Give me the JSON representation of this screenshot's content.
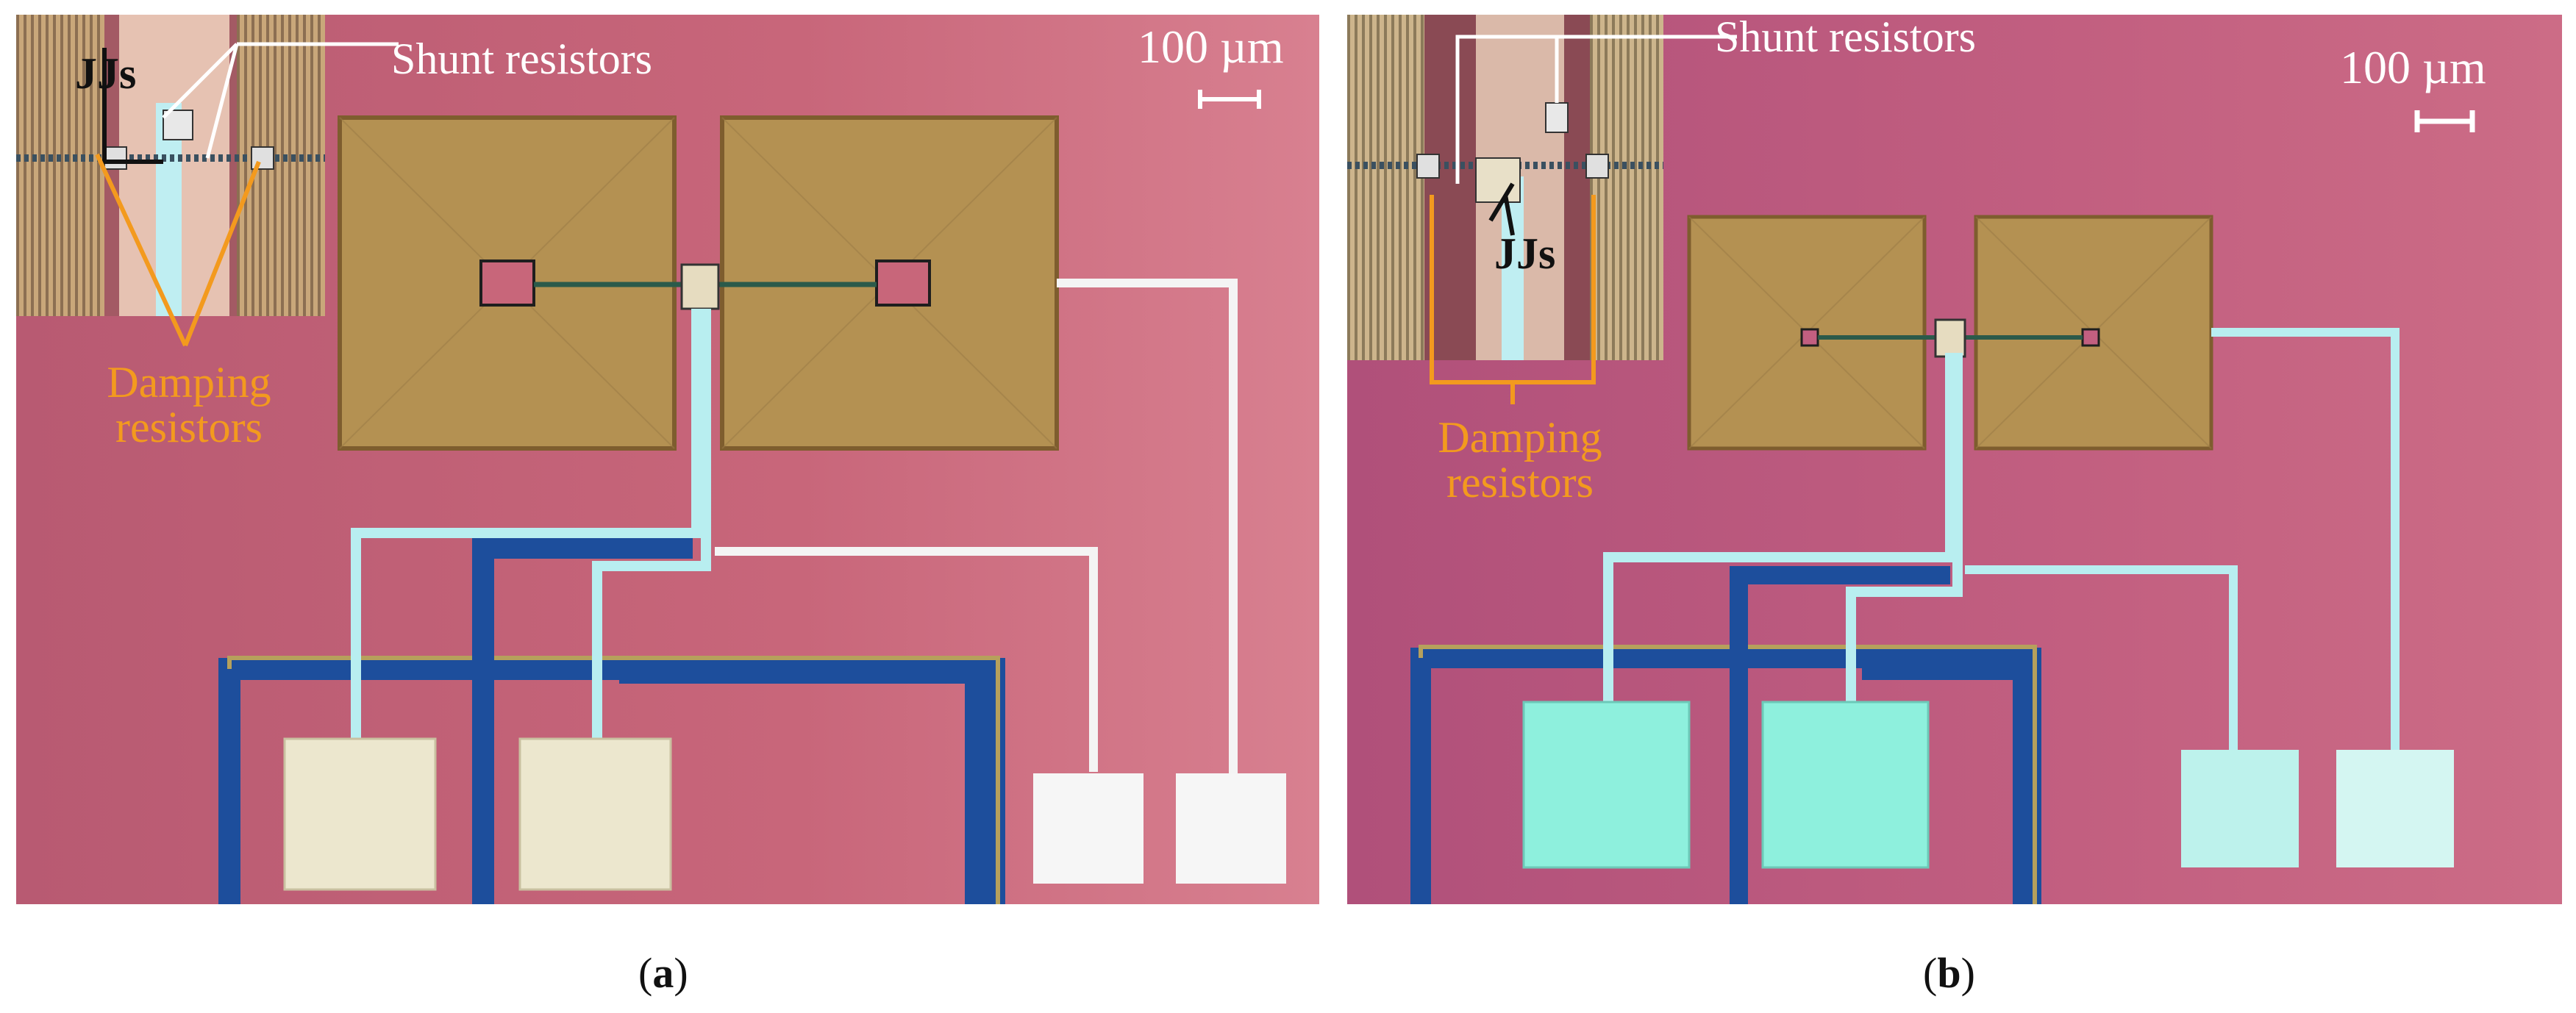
{
  "panels": [
    {
      "id": "a",
      "caption_open": "(",
      "caption_letter": "a",
      "caption_close": ")",
      "scale_bar": "100 µm",
      "labels": {
        "shunt": "Shunt resistors",
        "jjs": "JJs",
        "damping_line1": "Damping",
        "damping_line2": "resistors"
      }
    },
    {
      "id": "b",
      "caption_open": "(",
      "caption_letter": "b",
      "caption_close": ")",
      "scale_bar": "100 µm",
      "labels": {
        "shunt": "Shunt resistors",
        "jjs": "JJs",
        "damping_line1": "Damping",
        "damping_line2": "resistors"
      }
    }
  ],
  "colors": {
    "substrate": "#c8667a",
    "substrate_light": "#d87c8a",
    "gold_pad": "#b49152",
    "gold_dark": "#8d6b3a",
    "wire_cyan": "#b8eef0",
    "wire_white": "#f7f7f7",
    "ground_blue": "#1d4e9c",
    "pad_cream_a": "#ece7ce",
    "pad_cyan_b": "#8ef0dd",
    "annotation_orange": "#f39a1e",
    "annotation_white": "#ffffff"
  }
}
